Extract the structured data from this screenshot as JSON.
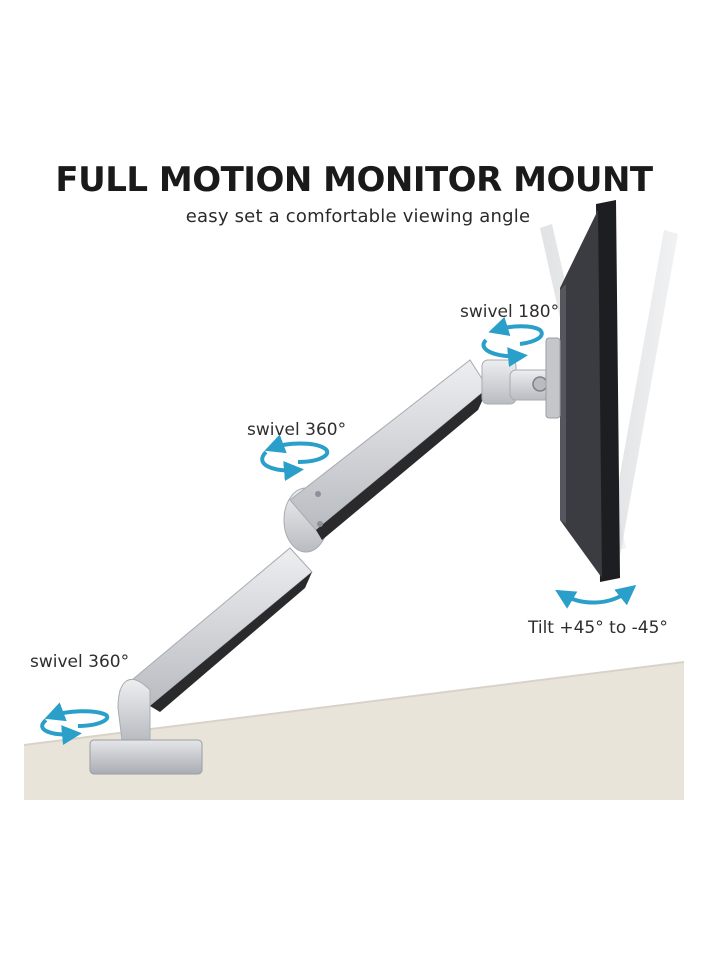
{
  "headline": "FULL MOTION MONITOR MOUNT",
  "subheadline": "easy set a comfortable viewing angle",
  "callouts": {
    "swivel_top": "swivel 180°",
    "swivel_mid": "swivel 360°",
    "swivel_base": "swivel 360°",
    "tilt": "Tilt +45° to -45°"
  },
  "colors": {
    "desk": "#e9e4da",
    "arm": "#d2d4d8",
    "arrow": "#2a9fc9",
    "text": "#1a1a1a",
    "monitor": "#2b2d31"
  },
  "icons": {
    "swivel_arrow": "circular-arrow-icon",
    "tilt_arrow": "curved-double-arrow-icon"
  }
}
